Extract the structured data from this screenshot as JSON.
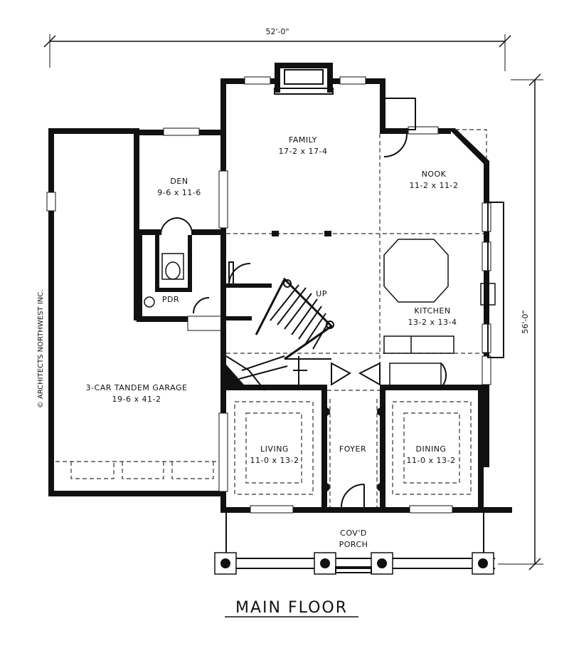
{
  "title": "MAIN FLOOR",
  "dimensions": {
    "width": "52'-0\"",
    "depth": "56'-0\""
  },
  "copyright": "© ARCHITECTS NORTHWEST INC.",
  "rooms": {
    "family": {
      "name": "FAMILY",
      "size": "17-2 x 17-4"
    },
    "den": {
      "name": "DEN",
      "size": "9-6 x 11-6"
    },
    "nook": {
      "name": "NOOK",
      "size": "11-2 x 11-2"
    },
    "kitchen": {
      "name": "KITCHEN",
      "size": "13-2 x 13-4"
    },
    "garage": {
      "name": "3-CAR TANDEM GARAGE",
      "size": "19-6 x 41-2"
    },
    "living": {
      "name": "LIVING",
      "size": "11-0 x 13-2"
    },
    "foyer": {
      "name": "FOYER"
    },
    "dining": {
      "name": "DINING",
      "size": "11-0 x 13-2"
    },
    "porch": {
      "line1": "COV'D",
      "line2": "PORCH"
    },
    "pdr": {
      "name": "PDR"
    }
  },
  "stair_label": "UP"
}
